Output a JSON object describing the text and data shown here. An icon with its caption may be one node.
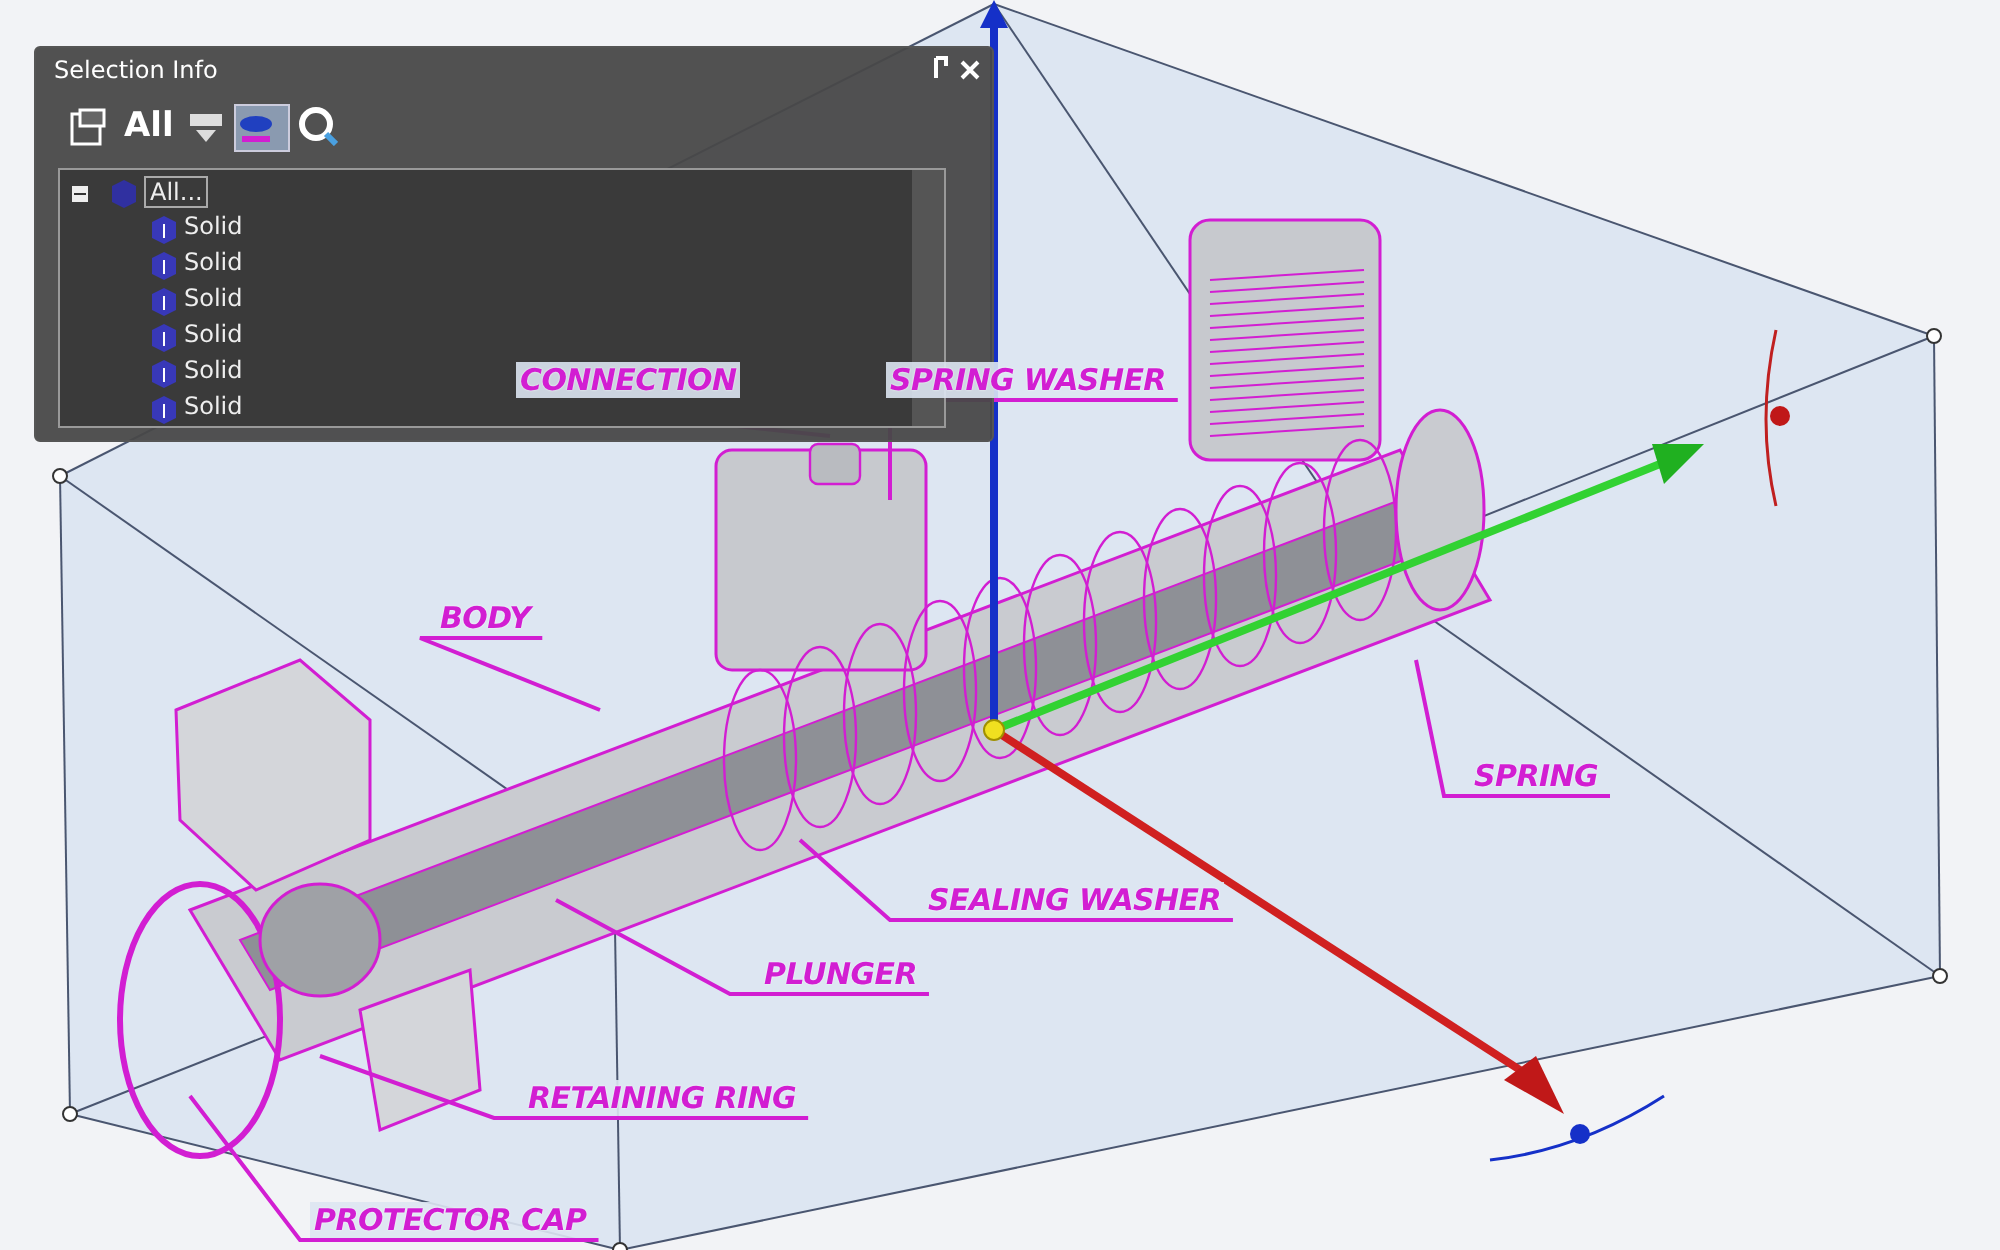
{
  "diagram": {
    "nodes": [
      {
        "text": [
          "CONNECTION"
        ]
      },
      {
        "text": [
          "SPRING WASHER"
        ]
      },
      {
        "text": [
          "BODY"
        ]
      },
      {
        "text": [
          "SPRING"
        ]
      },
      {
        "text": [
          "SEALING WASHER"
        ]
      },
      {
        "text": [
          "PLUNGER"
        ]
      },
      {
        "text": [
          "RETAINING RING"
        ]
      },
      {
        "text": [
          "PROTECTOR CAP"
        ]
      }
    ],
    "edges": [
      {
        "from": 0,
        "to": null,
        "arrow": "none"
      },
      {
        "from": 1,
        "to": null,
        "arrow": "none"
      },
      {
        "from": 2,
        "to": null,
        "arrow": "none"
      },
      {
        "from": 3,
        "to": null,
        "arrow": "none"
      },
      {
        "from": 4,
        "to": null,
        "arrow": "none"
      },
      {
        "from": 5,
        "to": null,
        "arrow": "none"
      },
      {
        "from": 6,
        "to": null,
        "arrow": "none"
      },
      {
        "from": 7,
        "to": null,
        "arrow": "none"
      }
    ],
    "labels": [
      "Selection Info",
      "All",
      "All...",
      "Solid",
      "Solid",
      "Solid",
      "Solid",
      "Solid",
      "Solid"
    ]
  }
}
